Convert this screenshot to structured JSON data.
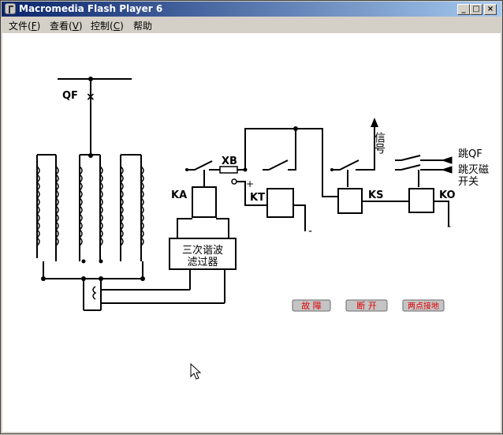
{
  "window": {
    "title": "Macromedia Flash Player 6",
    "controls": {
      "minimize": "_",
      "maximize": "□",
      "close": "×"
    }
  },
  "menu": [
    {
      "label": "文件",
      "key": "F"
    },
    {
      "label": "查看",
      "key": "V"
    },
    {
      "label": "控制",
      "key": "C"
    },
    {
      "label": "帮助",
      "key": ""
    }
  ],
  "diagram": {
    "labels": {
      "qf": "QF",
      "xb": "XB",
      "ka": "KA",
      "kt": "KT",
      "ks": "KS",
      "ko": "KO",
      "filter_line1": "三次谐波",
      "filter_line2": "滤过器",
      "signal": "信号",
      "trip_qf": "跳QF",
      "trip_demag_line1": "跳灭磁",
      "trip_demag_line2": "开关",
      "plus": "+",
      "minus_kt": "-",
      "minus_ko": "-",
      "x_mark": "×"
    },
    "buttons": {
      "fault": "故 障",
      "disconnect": "断 开",
      "two_point": "两点接地"
    }
  }
}
